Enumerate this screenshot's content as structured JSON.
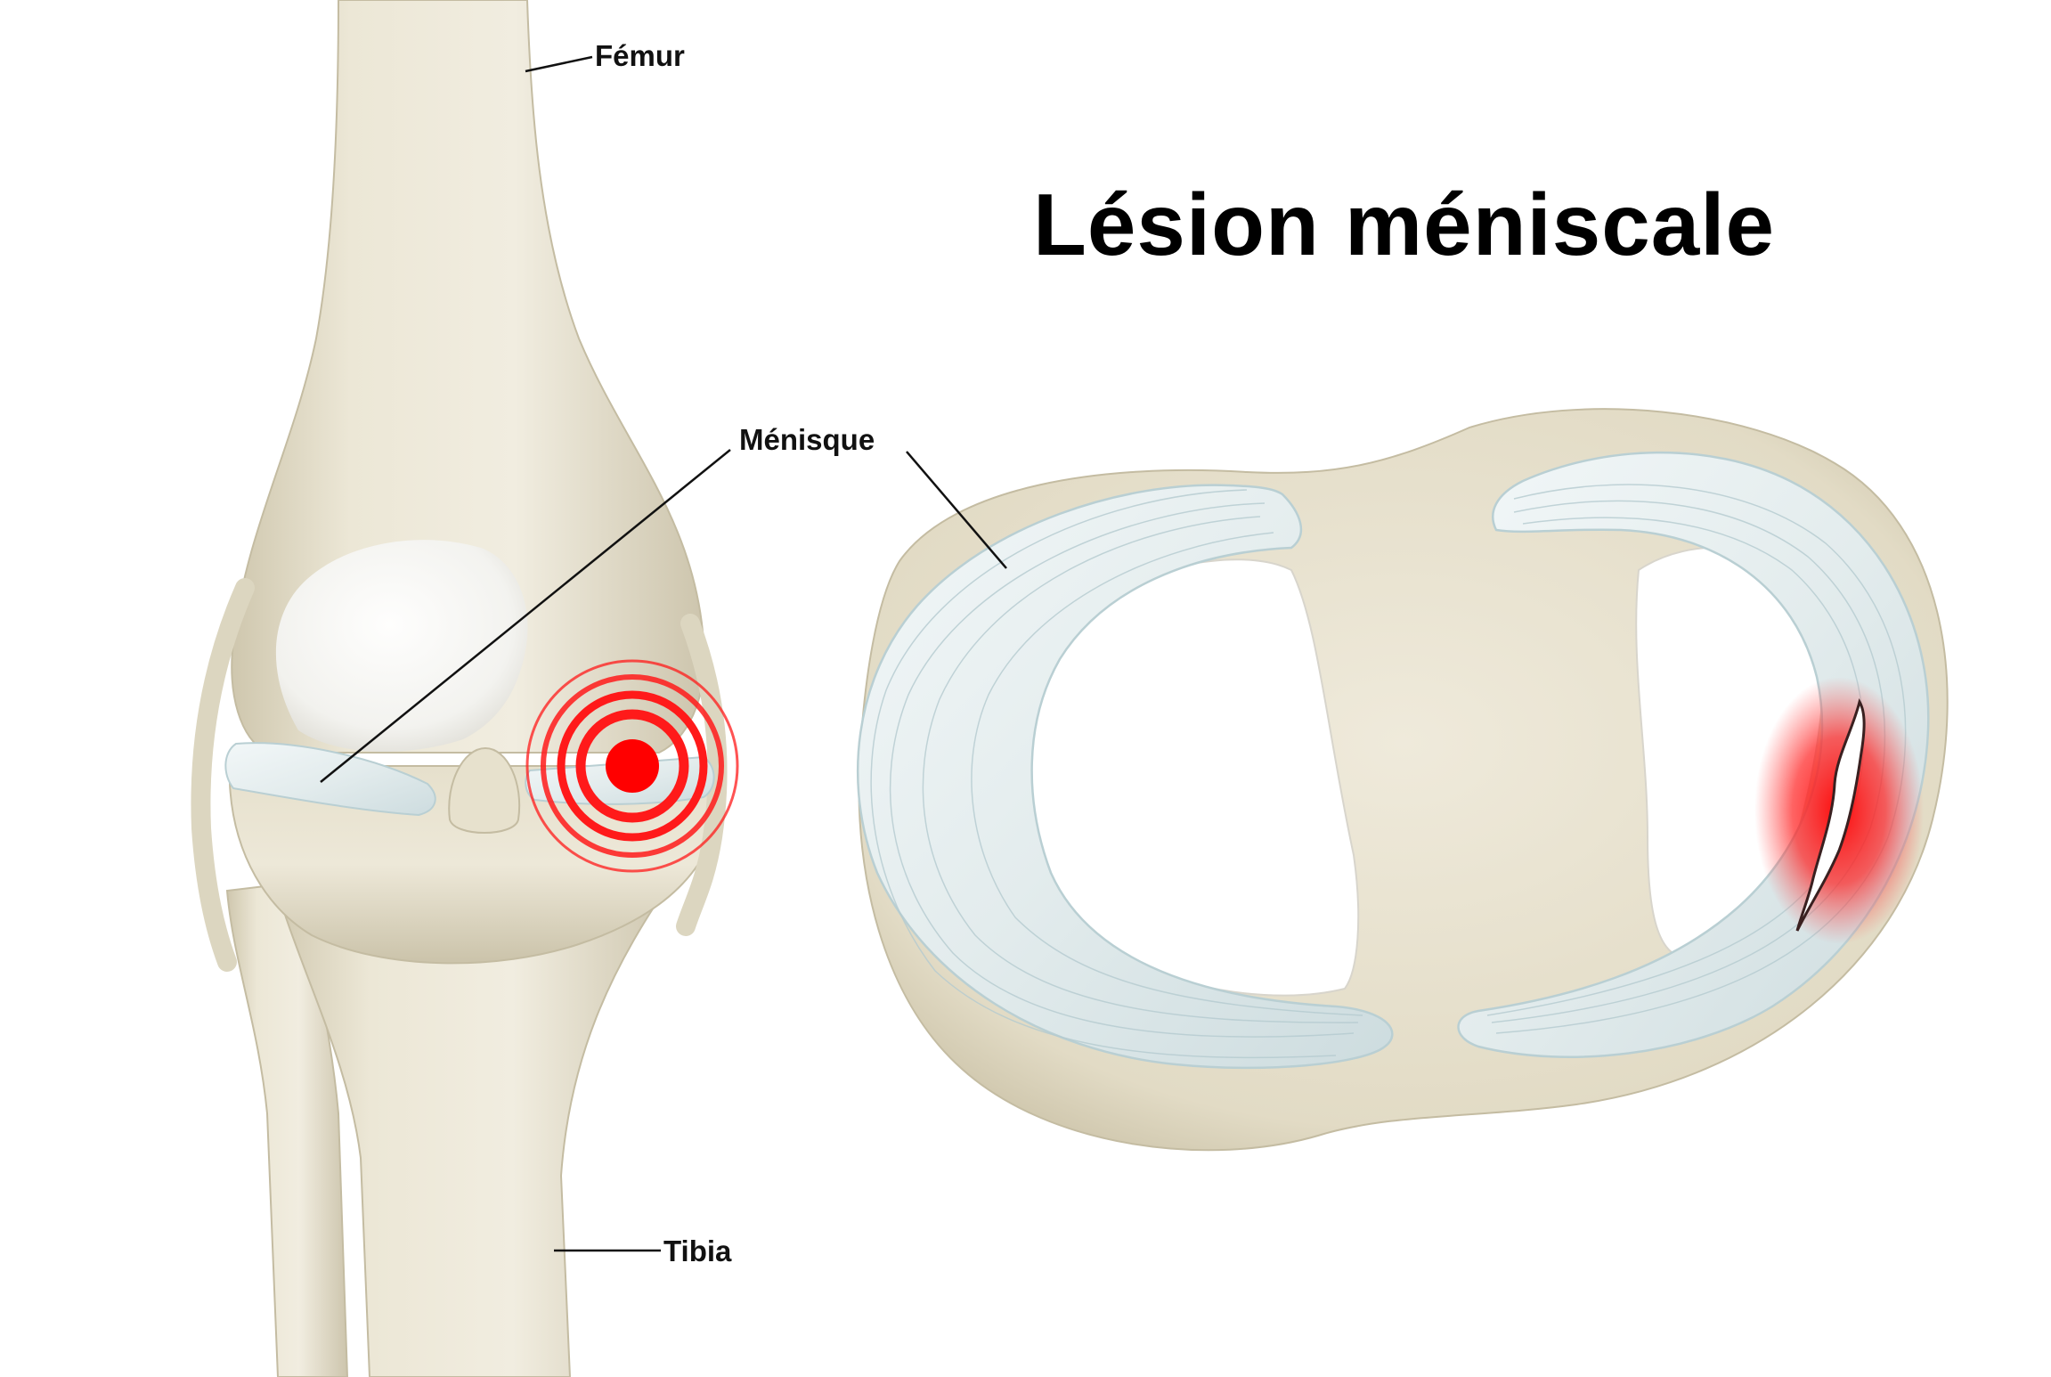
{
  "title": "Lésion méniscale",
  "labels": {
    "femur": "Fémur",
    "menisque": "Ménisque",
    "tibia": "Tibia"
  },
  "colors": {
    "bone": "#e9e4d3",
    "bone_shadow": "#cfc8b2",
    "meniscus": "#e8f0f1",
    "meniscus_stroke": "#b9cfd3",
    "injury": "#ff1010",
    "text": "#111111"
  },
  "icons": {
    "pain_marker": "concentric-red-target-icon",
    "tear": "meniscus-tear-icon"
  }
}
